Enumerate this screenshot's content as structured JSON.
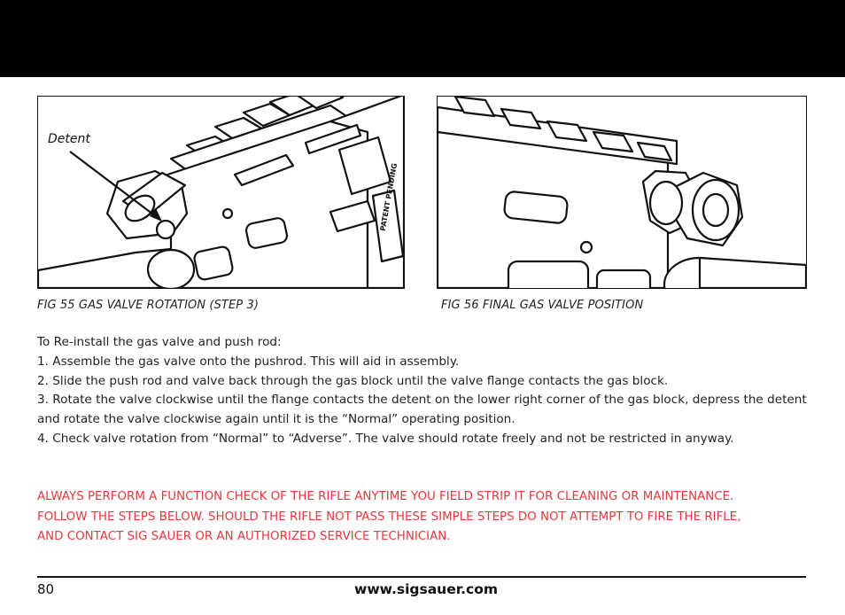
{
  "figures": [
    {
      "caption": "FIG 55 GAS VALVE ROTATION (STEP 3)",
      "callout": "Detent",
      "marking": "PATENT PENDING",
      "illustration_icon": "rifle-upper-gas-block-line-art"
    },
    {
      "caption": "FIG 56 FINAL GAS VALVE POSITION",
      "illustration_icon": "rifle-upper-gas-valve-line-art"
    }
  ],
  "instructions": {
    "intro": "To Re-install the gas valve and push rod:",
    "steps": [
      "1. Assemble the gas valve onto the pushrod. This will aid in assembly.",
      "2. Slide the push rod and valve back through the gas block until the valve flange contacts the gas block.",
      "3. Rotate the valve clockwise until the flange contacts the detent on the lower right corner of the gas block, depress the detent and rotate the valve clockwise again until it is the “Normal” operating position.",
      "4. Check valve rotation from “Normal” to “Adverse”. The valve should rotate freely and not be restricted in anyway."
    ]
  },
  "warning": {
    "lines": [
      "ALWAYS PERFORM A FUNCTION CHECK OF THE RIFLE ANYTIME YOU FIELD STRIP IT FOR CLEANING OR MAINTENANCE.",
      "FOLLOW THE STEPS BELOW. SHOULD THE RIFLE NOT PASS THESE SIMPLE STEPS DO NOT ATTEMPT TO FIRE THE RIFLE,",
      "AND CONTACT SIG SAUER OR AN AUTHORIZED SERVICE TECHNICIAN."
    ],
    "color": "#e8373d"
  },
  "footer": {
    "page_number": "80",
    "url": "www.sigsauer.com"
  },
  "colors": {
    "header_band": "#000000",
    "text": "#222222"
  }
}
